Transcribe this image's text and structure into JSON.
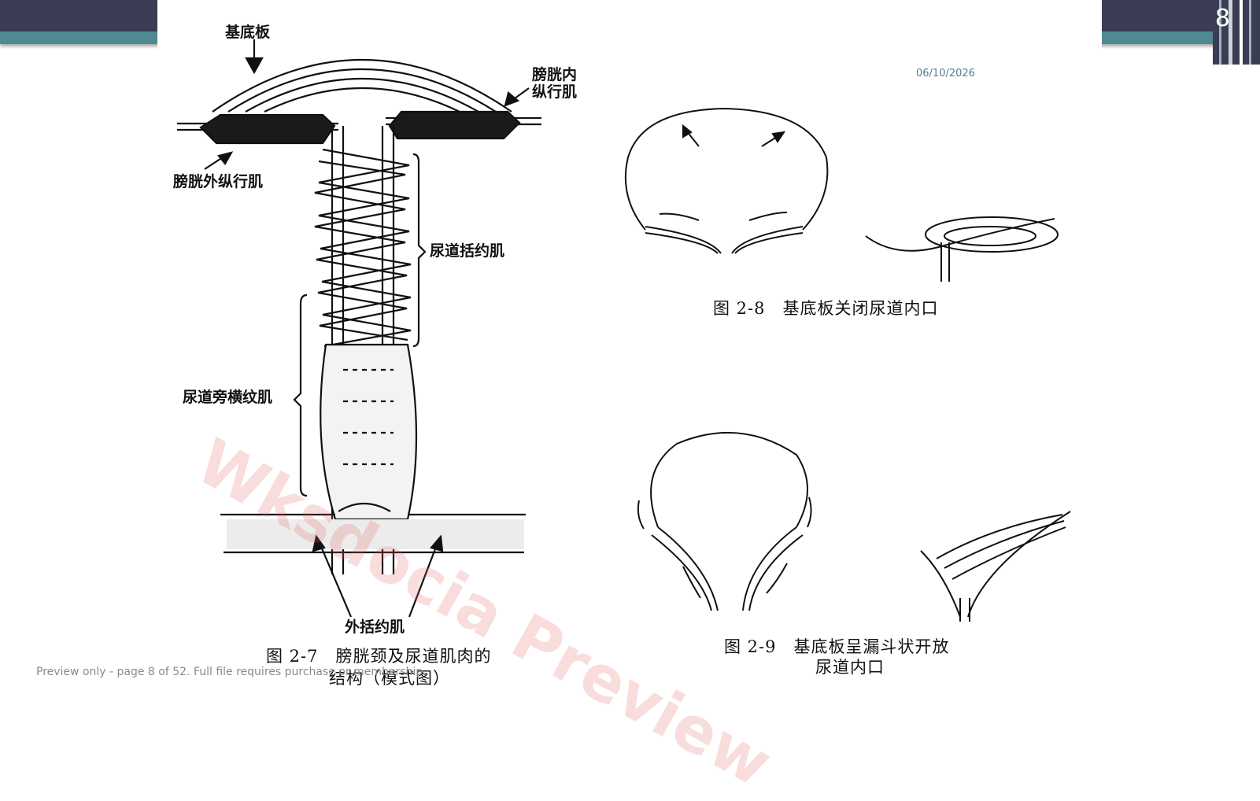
{
  "slide": {
    "number": "8",
    "date": "06/10/2026"
  },
  "figure_2_7": {
    "labels": {
      "detrusor_base": "基底板",
      "inner_longitudinal_line1": "膀胱内",
      "inner_longitudinal_line2": "纵行肌",
      "outer_longitudinal": "膀胱外纵行肌",
      "urethral_sphincter": "尿道括约肌",
      "periurethral_striated": "尿道旁横纹肌",
      "external_sphincter": "外括约肌"
    },
    "caption_line1": "图 2-7　膀胱颈及尿道肌肉的",
    "caption_line2": "结构（模式图）"
  },
  "figure_2_8": {
    "caption": "图 2-8　基底板关闭尿道内口"
  },
  "figure_2_9": {
    "caption_line1": "图 2-9　基底板呈漏斗状开放",
    "caption_line2": "尿道内口"
  },
  "watermark": "Wksdocia Preview",
  "preview_note": "Preview only - page 8 of 52. Full file requires purchase or membership."
}
